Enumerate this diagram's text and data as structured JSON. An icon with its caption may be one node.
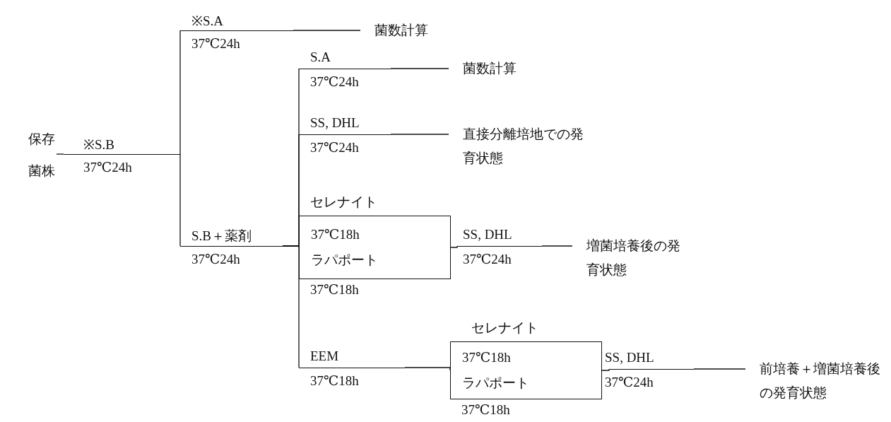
{
  "diagram": {
    "nodes": [
      {
        "text": [
          "保存菌株"
        ]
      },
      {
        "text": [
          "※S.B",
          "37℃24h"
        ]
      },
      {
        "text": [
          "※S.A",
          "37℃24h"
        ]
      },
      {
        "text": [
          "菌数計算"
        ]
      },
      {
        "text": [
          "S.B＋薬剤",
          "37℃24h"
        ]
      },
      {
        "text": [
          "S.A",
          "37℃24h"
        ]
      },
      {
        "text": [
          "菌数計算"
        ]
      },
      {
        "text": [
          "SS, DHL",
          "37℃24h"
        ]
      },
      {
        "text": [
          "直接分離培地での発育状態"
        ]
      },
      {
        "text": [
          "セレナイト",
          "37℃18h",
          "ラパポート",
          "37℃18h"
        ]
      },
      {
        "text": [
          "SS, DHL",
          "37℃24h"
        ]
      },
      {
        "text": [
          "増菌培養後の発育状態"
        ]
      },
      {
        "text": [
          "EEM",
          "37℃18h"
        ]
      },
      {
        "text": [
          "セレナイト",
          "37℃18h",
          "ラパポート",
          "37℃18h"
        ]
      },
      {
        "text": [
          "SS, DHL",
          "37℃24h"
        ]
      },
      {
        "text": [
          "前培養＋増菌培養後の発育状態"
        ]
      }
    ],
    "edges": [
      {
        "from": 0,
        "to": 1,
        "arrow": "none"
      },
      {
        "from": 1,
        "to": 2,
        "arrow": "none"
      },
      {
        "from": 1,
        "to": 4,
        "arrow": "none"
      },
      {
        "from": 2,
        "to": 3,
        "arrow": "none"
      },
      {
        "from": 4,
        "to": 5,
        "arrow": "none"
      },
      {
        "from": 4,
        "to": 7,
        "arrow": "none"
      },
      {
        "from": 4,
        "to": 9,
        "arrow": "none"
      },
      {
        "from": 4,
        "to": 12,
        "arrow": "none"
      },
      {
        "from": 5,
        "to": 6,
        "arrow": "none"
      },
      {
        "from": 7,
        "to": 8,
        "arrow": "none"
      },
      {
        "from": 9,
        "to": 10,
        "arrow": "none"
      },
      {
        "from": 10,
        "to": 11,
        "arrow": "none"
      },
      {
        "from": 12,
        "to": 13,
        "arrow": "none"
      },
      {
        "from": 13,
        "to": 14,
        "arrow": "none"
      },
      {
        "from": 14,
        "to": 15,
        "arrow": "none"
      }
    ]
  }
}
